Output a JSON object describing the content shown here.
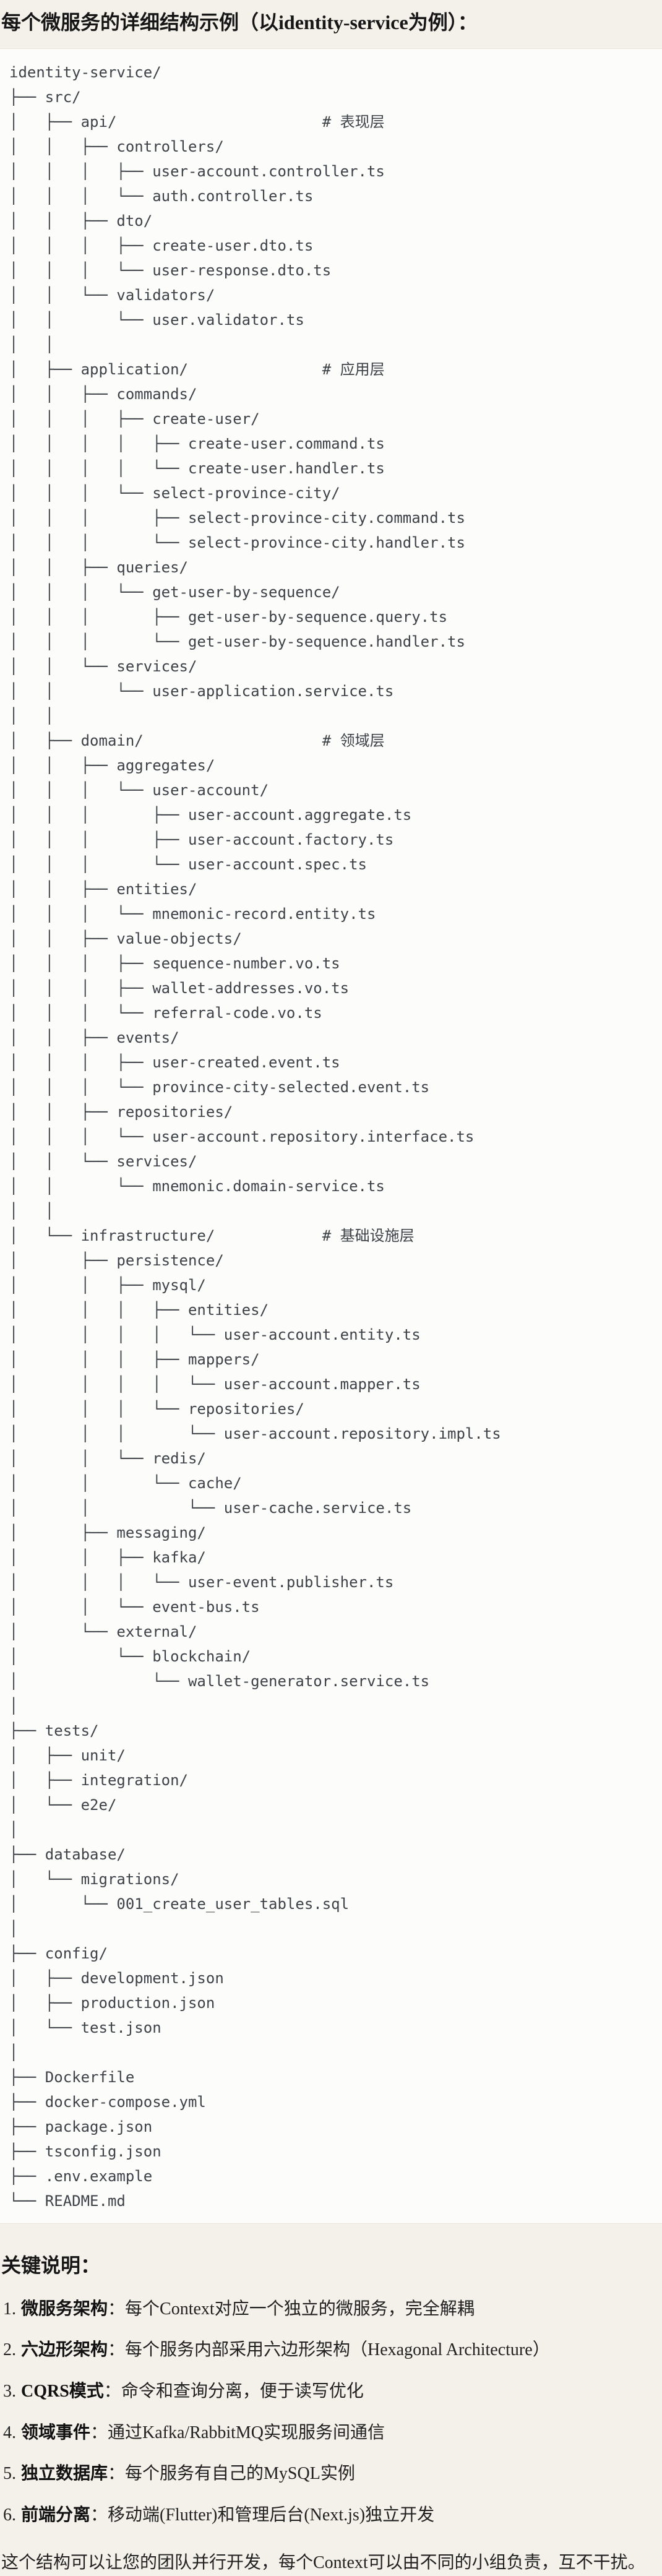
{
  "heading": {
    "title": "每个微服务的详细结构示例（以identity-service为例）："
  },
  "code_block": {
    "background": "#fcfcfa",
    "text_color": "#3d4248",
    "lines": [
      "identity-service/",
      "├── src/",
      "│   ├── api/                       # 表现层",
      "│   │   ├── controllers/",
      "│   │   │   ├── user-account.controller.ts",
      "│   │   │   └── auth.controller.ts",
      "│   │   ├── dto/",
      "│   │   │   ├── create-user.dto.ts",
      "│   │   │   └── user-response.dto.ts",
      "│   │   └── validators/",
      "│   │       └── user.validator.ts",
      "│   │",
      "│   ├── application/               # 应用层",
      "│   │   ├── commands/",
      "│   │   │   ├── create-user/",
      "│   │   │   │   ├── create-user.command.ts",
      "│   │   │   │   └── create-user.handler.ts",
      "│   │   │   └── select-province-city/",
      "│   │   │       ├── select-province-city.command.ts",
      "│   │   │       └── select-province-city.handler.ts",
      "│   │   ├── queries/",
      "│   │   │   └── get-user-by-sequence/",
      "│   │   │       ├── get-user-by-sequence.query.ts",
      "│   │   │       └── get-user-by-sequence.handler.ts",
      "│   │   └── services/",
      "│   │       └── user-application.service.ts",
      "│   │",
      "│   ├── domain/                    # 领域层",
      "│   │   ├── aggregates/",
      "│   │   │   └── user-account/",
      "│   │   │       ├── user-account.aggregate.ts",
      "│   │   │       ├── user-account.factory.ts",
      "│   │   │       └── user-account.spec.ts",
      "│   │   ├── entities/",
      "│   │   │   └── mnemonic-record.entity.ts",
      "│   │   ├── value-objects/",
      "│   │   │   ├── sequence-number.vo.ts",
      "│   │   │   ├── wallet-addresses.vo.ts",
      "│   │   │   └── referral-code.vo.ts",
      "│   │   ├── events/",
      "│   │   │   ├── user-created.event.ts",
      "│   │   │   └── province-city-selected.event.ts",
      "│   │   ├── repositories/",
      "│   │   │   └── user-account.repository.interface.ts",
      "│   │   └── services/",
      "│   │       └── mnemonic.domain-service.ts",
      "│   │",
      "│   └── infrastructure/            # 基础设施层",
      "│       ├── persistence/",
      "│       │   ├── mysql/",
      "│       │   │   ├── entities/",
      "│       │   │   │   └── user-account.entity.ts",
      "│       │   │   ├── mappers/",
      "│       │   │   │   └── user-account.mapper.ts",
      "│       │   │   └── repositories/",
      "│       │   │       └── user-account.repository.impl.ts",
      "│       │   └── redis/",
      "│       │       └── cache/",
      "│       │           └── user-cache.service.ts",
      "│       ├── messaging/",
      "│       │   ├── kafka/",
      "│       │   │   └── user-event.publisher.ts",
      "│       │   └── event-bus.ts",
      "│       └── external/",
      "│           └── blockchain/",
      "│               └── wallet-generator.service.ts",
      "│",
      "├── tests/",
      "│   ├── unit/",
      "│   ├── integration/",
      "│   └── e2e/",
      "│",
      "├── database/",
      "│   └── migrations/",
      "│       └── 001_create_user_tables.sql",
      "│",
      "├── config/",
      "│   ├── development.json",
      "│   ├── production.json",
      "│   └── test.json",
      "│",
      "├── Dockerfile",
      "├── docker-compose.yml",
      "├── package.json",
      "├── tsconfig.json",
      "├── .env.example",
      "└── README.md"
    ]
  },
  "notes": {
    "heading": "关键说明：",
    "items": [
      {
        "num": "1.",
        "term": "微服务架构",
        "sep": "：",
        "desc": "每个Context对应一个独立的微服务，完全解耦"
      },
      {
        "num": "2.",
        "term": "六边形架构",
        "sep": "：",
        "desc": "每个服务内部采用六边形架构（Hexagonal Architecture）"
      },
      {
        "num": "3.",
        "term": "CQRS模式",
        "sep": "：",
        "desc": "命令和查询分离，便于读写优化"
      },
      {
        "num": "4.",
        "term": "领域事件",
        "sep": "：",
        "desc": "通过Kafka/RabbitMQ实现服务间通信"
      },
      {
        "num": "5.",
        "term": "独立数据库",
        "sep": "：",
        "desc": "每个服务有自己的MySQL实例"
      },
      {
        "num": "6.",
        "term": "前端分离",
        "sep": "：",
        "desc": "移动端(Flutter)和管理后台(Next.js)独立开发"
      }
    ],
    "footer": "这个结构可以让您的团队并行开发，每个Context可以由不同的小组负责，互不干扰。"
  }
}
